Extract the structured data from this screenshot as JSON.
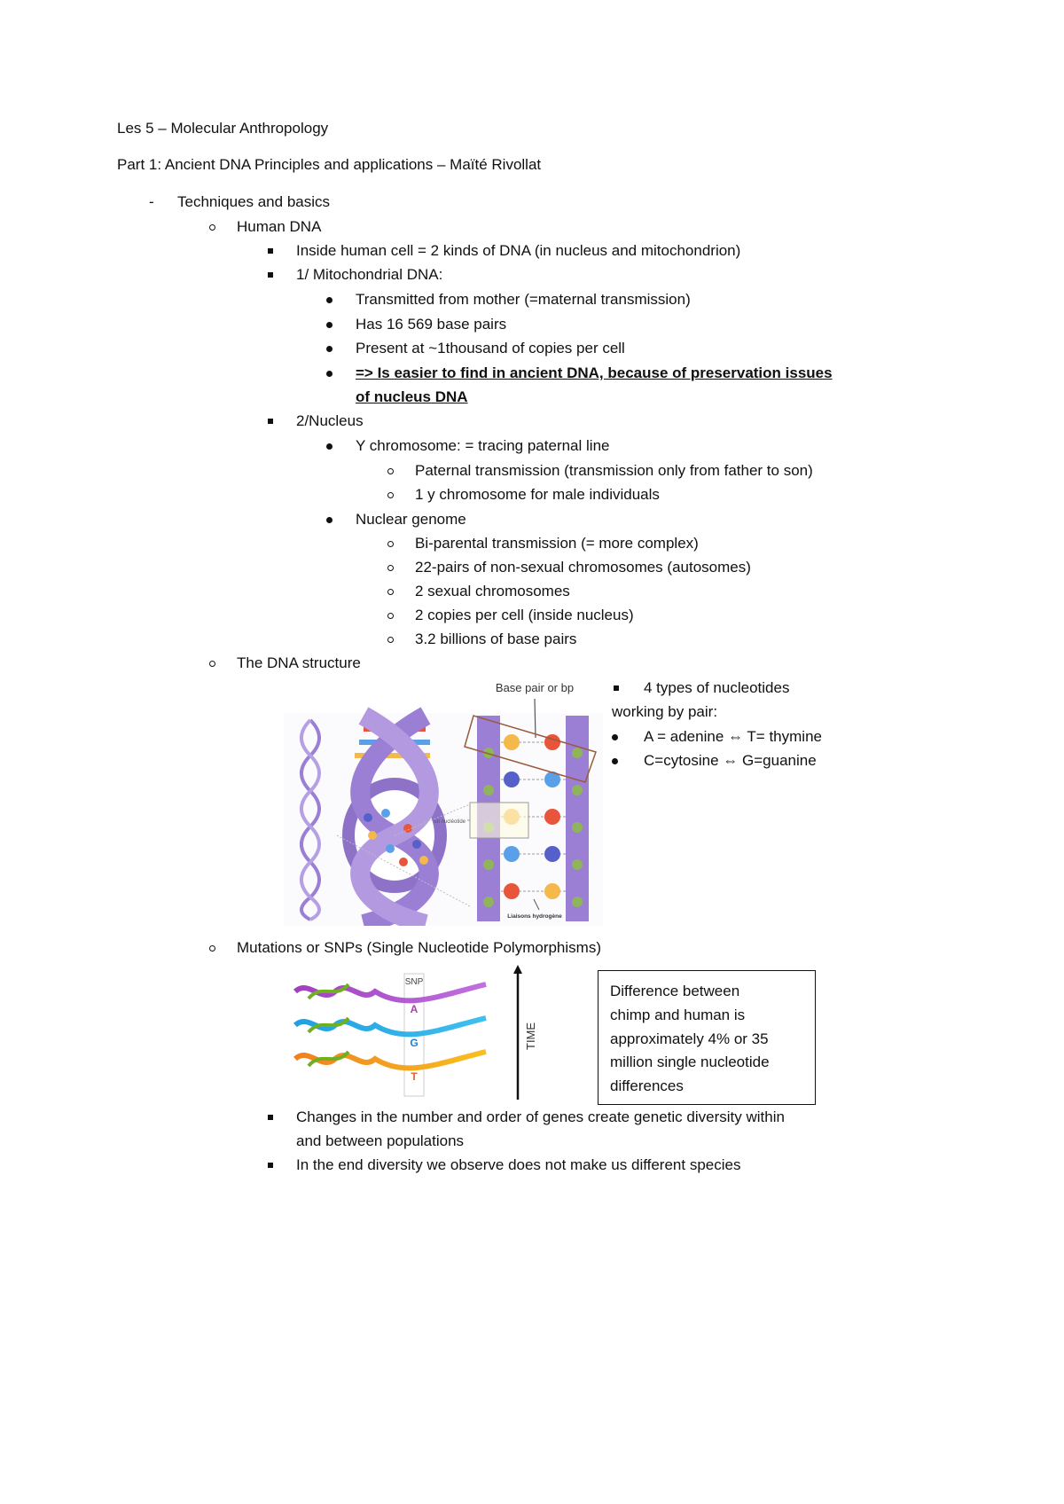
{
  "title": "Les 5 – Molecular Anthropology",
  "part": "Part 1: Ancient DNA Principles and applications – Maïté Rivollat",
  "sections": {
    "techniques": "Techniques and basics",
    "human_dna": "Human DNA",
    "inside_cell": "Inside human cell = 2 kinds of DNA (in nucleus and mitochondrion)",
    "mito": "1/ Mitochondrial DNA:",
    "mito_items": [
      "Transmitted from mother (=maternal transmission)",
      "Has 16 569 base pairs",
      "Present at ~1thousand of copies per cell"
    ],
    "mito_conclusion_1": "=> Is easier to find in ancient DNA, because of preservation issues",
    "mito_conclusion_2": "of nucleus DNA",
    "nucleus": "2/Nucleus",
    "y_chrom": "Y chromosome: = tracing paternal line",
    "y_items": [
      "Paternal transmission (transmission only from father to son)",
      "1 y chromosome for male individuals"
    ],
    "nuclear_genome": "Nuclear genome",
    "nuclear_items": [
      "Bi-parental transmission (= more complex)",
      "22-pairs of non-sexual chromosomes (autosomes)",
      "2 sexual chromosomes",
      "2 copies per cell (inside nucleus)",
      "3.2 billions of base pairs"
    ],
    "dna_structure": "The DNA structure",
    "nucleotides_1": "4 types of nucleotides",
    "nucleotides_2": "working by pair:",
    "pairs": [
      "A = adenine ⇔ T= thymine",
      "C=cytosine ⇔ G=guanine"
    ],
    "mutations": "Mutations or SNPs (Single Nucleotide Polymorphisms)",
    "box_lines": [
      "Difference between",
      "chimp and human is",
      "approximately 4% or 35",
      "million single nucleotide",
      "differences"
    ],
    "changes_1": "Changes in the number and order of genes create genetic diversity within",
    "changes_2": "and between populations",
    "end": "In the end diversity we observe does not make us different species"
  },
  "figures": {
    "dna": {
      "label": "Base pair or bp",
      "sublabel": "un nucléotide",
      "bond_label": "Liaisons hydrogène"
    },
    "snp": {
      "label": "SNP",
      "time_label": "TIME",
      "snp_bases": [
        "A",
        "G",
        "T"
      ]
    }
  },
  "colors": {
    "purple": "#9b7fd4",
    "adenine": "#e8553a",
    "thymine": "#f5b84a",
    "cytosine": "#5aa0e8",
    "guanine": "#5560c8",
    "deoxyribose": "#8fb45a"
  }
}
